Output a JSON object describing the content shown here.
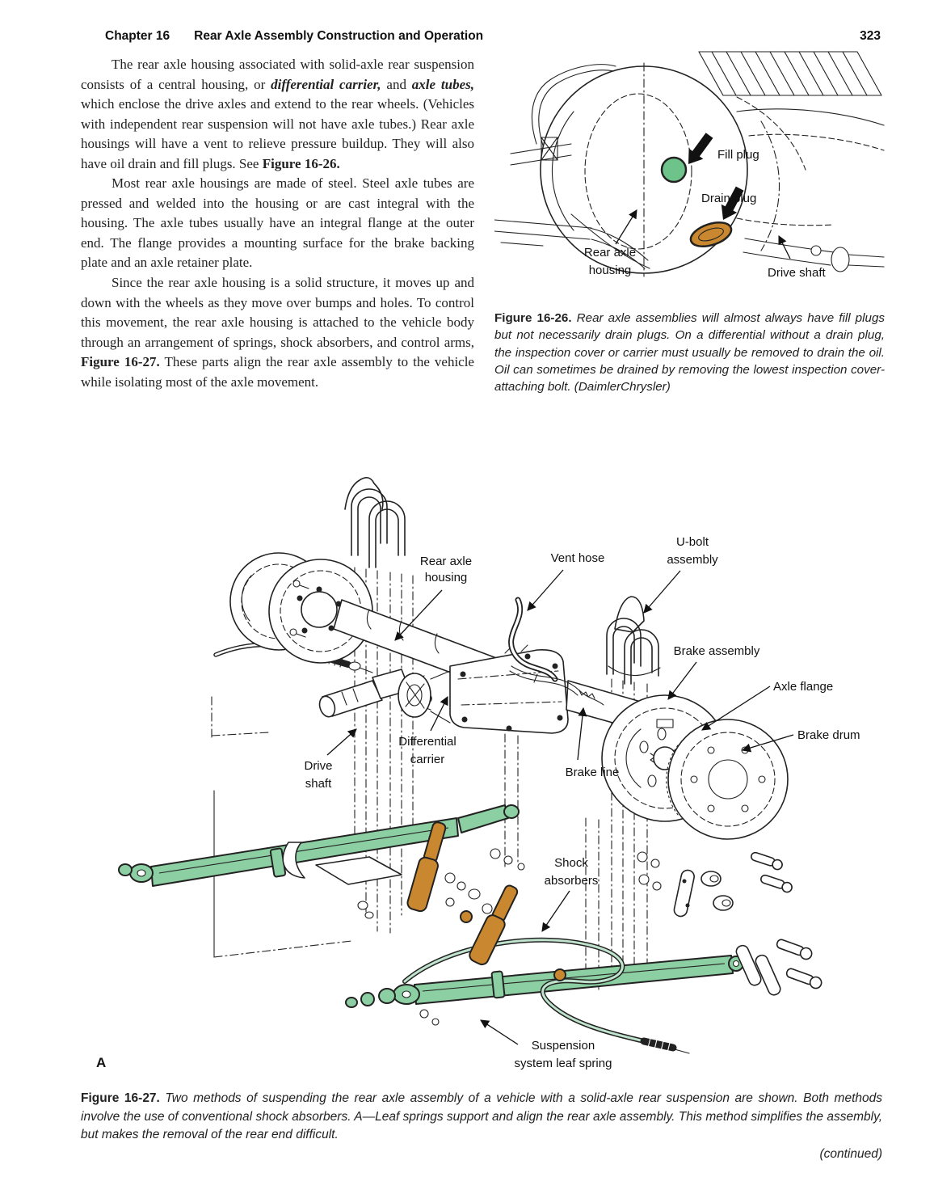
{
  "header": {
    "chapter": "Chapter 16",
    "title": "Rear Axle Assembly Construction and Operation",
    "page_number": "323"
  },
  "article": {
    "paragraphs": [
      {
        "segments": [
          {
            "t": "The rear axle housing associated with solid-axle rear suspension consists of a central housing, or ",
            "s": "n"
          },
          {
            "t": "differential carrier,",
            "s": "bi"
          },
          {
            "t": " and ",
            "s": "n"
          },
          {
            "t": "axle tubes,",
            "s": "bi"
          },
          {
            "t": " which enclose the drive axles and extend to the rear wheels. (Vehicles with independent rear suspension will not have axle tubes.) Rear axle housings will have a vent to relieve pressure buildup. They will also have oil drain and fill plugs. See ",
            "s": "n"
          },
          {
            "t": "Figure 16-26.",
            "s": "b"
          }
        ]
      },
      {
        "segments": [
          {
            "t": "Most rear axle housings are made of steel. Steel axle tubes are pressed and welded into the housing or are cast integral with the housing. The axle tubes usually have an integral flange at the outer end. The flange provides a mounting surface for the brake backing plate and an axle retainer plate.",
            "s": "n"
          }
        ]
      },
      {
        "segments": [
          {
            "t": "Since the rear axle housing is a solid structure, it moves up and down with the wheels as they move over bumps and holes. To control this movement, the rear axle housing is attached to the vehicle body through an arrangement of springs, shock absorbers, and control arms, ",
            "s": "n"
          },
          {
            "t": "Figure 16-27.",
            "s": "b"
          },
          {
            "t": " These parts align the rear axle assembly to the vehicle while isolating most of the axle movement.",
            "s": "n"
          }
        ]
      }
    ]
  },
  "figure_16_26": {
    "labels": {
      "fill_plug": "Fill plug",
      "drain_plug": "Drain plug",
      "rear_axle_housing_line1": "Rear axle",
      "rear_axle_housing_line2": "housing",
      "drive_shaft": "Drive shaft"
    },
    "caption_segments": [
      {
        "t": "Figure 16-26.",
        "s": "b"
      },
      {
        "t": " Rear axle assemblies will almost always have fill plugs but not necessarily drain plugs. On a differential without a drain plug, the inspection cover or carrier must usually be removed to drain the oil. Oil can sometimes be drained by removing the lowest inspection cover-attaching bolt. (DaimlerChrysler)",
        "s": "i"
      }
    ]
  },
  "figure_16_27": {
    "labels": {
      "rear_axle_housing_line1": "Rear axle",
      "rear_axle_housing_line2": "housing",
      "vent_hose": "Vent hose",
      "u_bolt_line1": "U-bolt",
      "u_bolt_line2": "assembly",
      "brake_assembly": "Brake assembly",
      "axle_flange": "Axle flange",
      "brake_drum": "Brake drum",
      "differential_line1": "Differential",
      "differential_line2": "carrier",
      "drive_shaft_line1": "Drive",
      "drive_shaft_line2": "shaft",
      "brake_line": "Brake line",
      "shock_line1": "Shock",
      "shock_line2": "absorbers",
      "leaf_spring_line1": "Suspension",
      "leaf_spring_line2": "system leaf spring",
      "marker_a": "A"
    },
    "caption_segments": [
      {
        "t": "Figure 16-27.",
        "s": "b"
      },
      {
        "t": " Two methods of suspending the rear axle assembly of a vehicle with a solid-axle rear suspension are shown. Both methods involve the use of conventional shock absorbers. A—Leaf springs support and align the rear axle assembly. This method simplifies the assembly, but makes the removal of the rear end difficult.",
        "s": "i"
      }
    ],
    "continued": "(continued)"
  },
  "colors": {
    "leaf_spring_green": "#8ccfa2",
    "cable_green": "#bfe3cc",
    "shock_orange": "#c9882f",
    "fill_plug_green": "#6ec38b",
    "drain_plug_orange": "#c9882f"
  }
}
